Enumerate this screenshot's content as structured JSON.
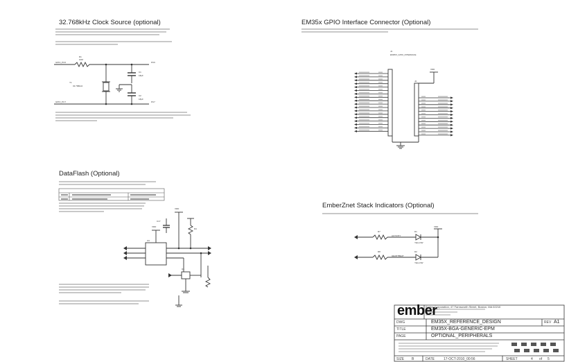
{
  "sections": {
    "clock": {
      "title": "32.768kHz Clock Source (optional)",
      "pin_left_top": "GPIO_PC6",
      "pin_left_bottom": "GPIO_PC7",
      "pin_right_top": "PC6",
      "pin_right_bottom": "PC7",
      "r_label": "R1",
      "r_value": "10M",
      "y_label": "Y1",
      "y_desc": "32.768kHz",
      "c1_label": "C1",
      "c2_label": "C2",
      "c_value": "18pF"
    },
    "gpio": {
      "title": "EM35x GPIO Interface Connector (Optional)",
      "conn_label": "J1",
      "conn_name": "EM35X_GPIO_INTERFACE",
      "conn2_label": "J2",
      "vdd": "VDD"
    },
    "dataflash": {
      "title": "DataFlash (Optional)",
      "table": [
        [
          "",
          ""
        ],
        [
          "",
          ""
        ],
        [
          "",
          ""
        ]
      ],
      "vdd": "VDD",
      "u_label": "U3",
      "c_label": "C17",
      "r_label": "R4",
      "q_label": "Q1"
    },
    "stack": {
      "title": "EmberZnet Stack Indicators (Optional)",
      "vdd": "VDD",
      "r1": "R7",
      "r2": "R8",
      "d1": "D1",
      "d2": "D2",
      "net1": "ACTIVITY",
      "net2": "HEARTBEAT",
      "col1": "YELLOW",
      "col2": "YELLOW"
    }
  },
  "title_block": {
    "logo": "ember",
    "company": "Ember Corporation, 47 Farnsworth Street, Boston, MA 02210",
    "dwg_label": "DWG",
    "dwg_value": "EM35X_REFERENCE_DESIGN",
    "rev_label": "REV",
    "rev_value": "A1",
    "title_label": "TITLE",
    "title_value": "EM35X-BGA-GENERIC-EPM",
    "page_label": "PAGE",
    "page_value": "OPTIONAL_PERIPHERALS",
    "size_label": "SIZE",
    "size_value": "B",
    "date_label": "DATE",
    "date_value": "17-OCT-2010_00:56",
    "sheet_label": "SHEET",
    "sheet_value": "4",
    "of_label": "of",
    "of_value": "5"
  }
}
